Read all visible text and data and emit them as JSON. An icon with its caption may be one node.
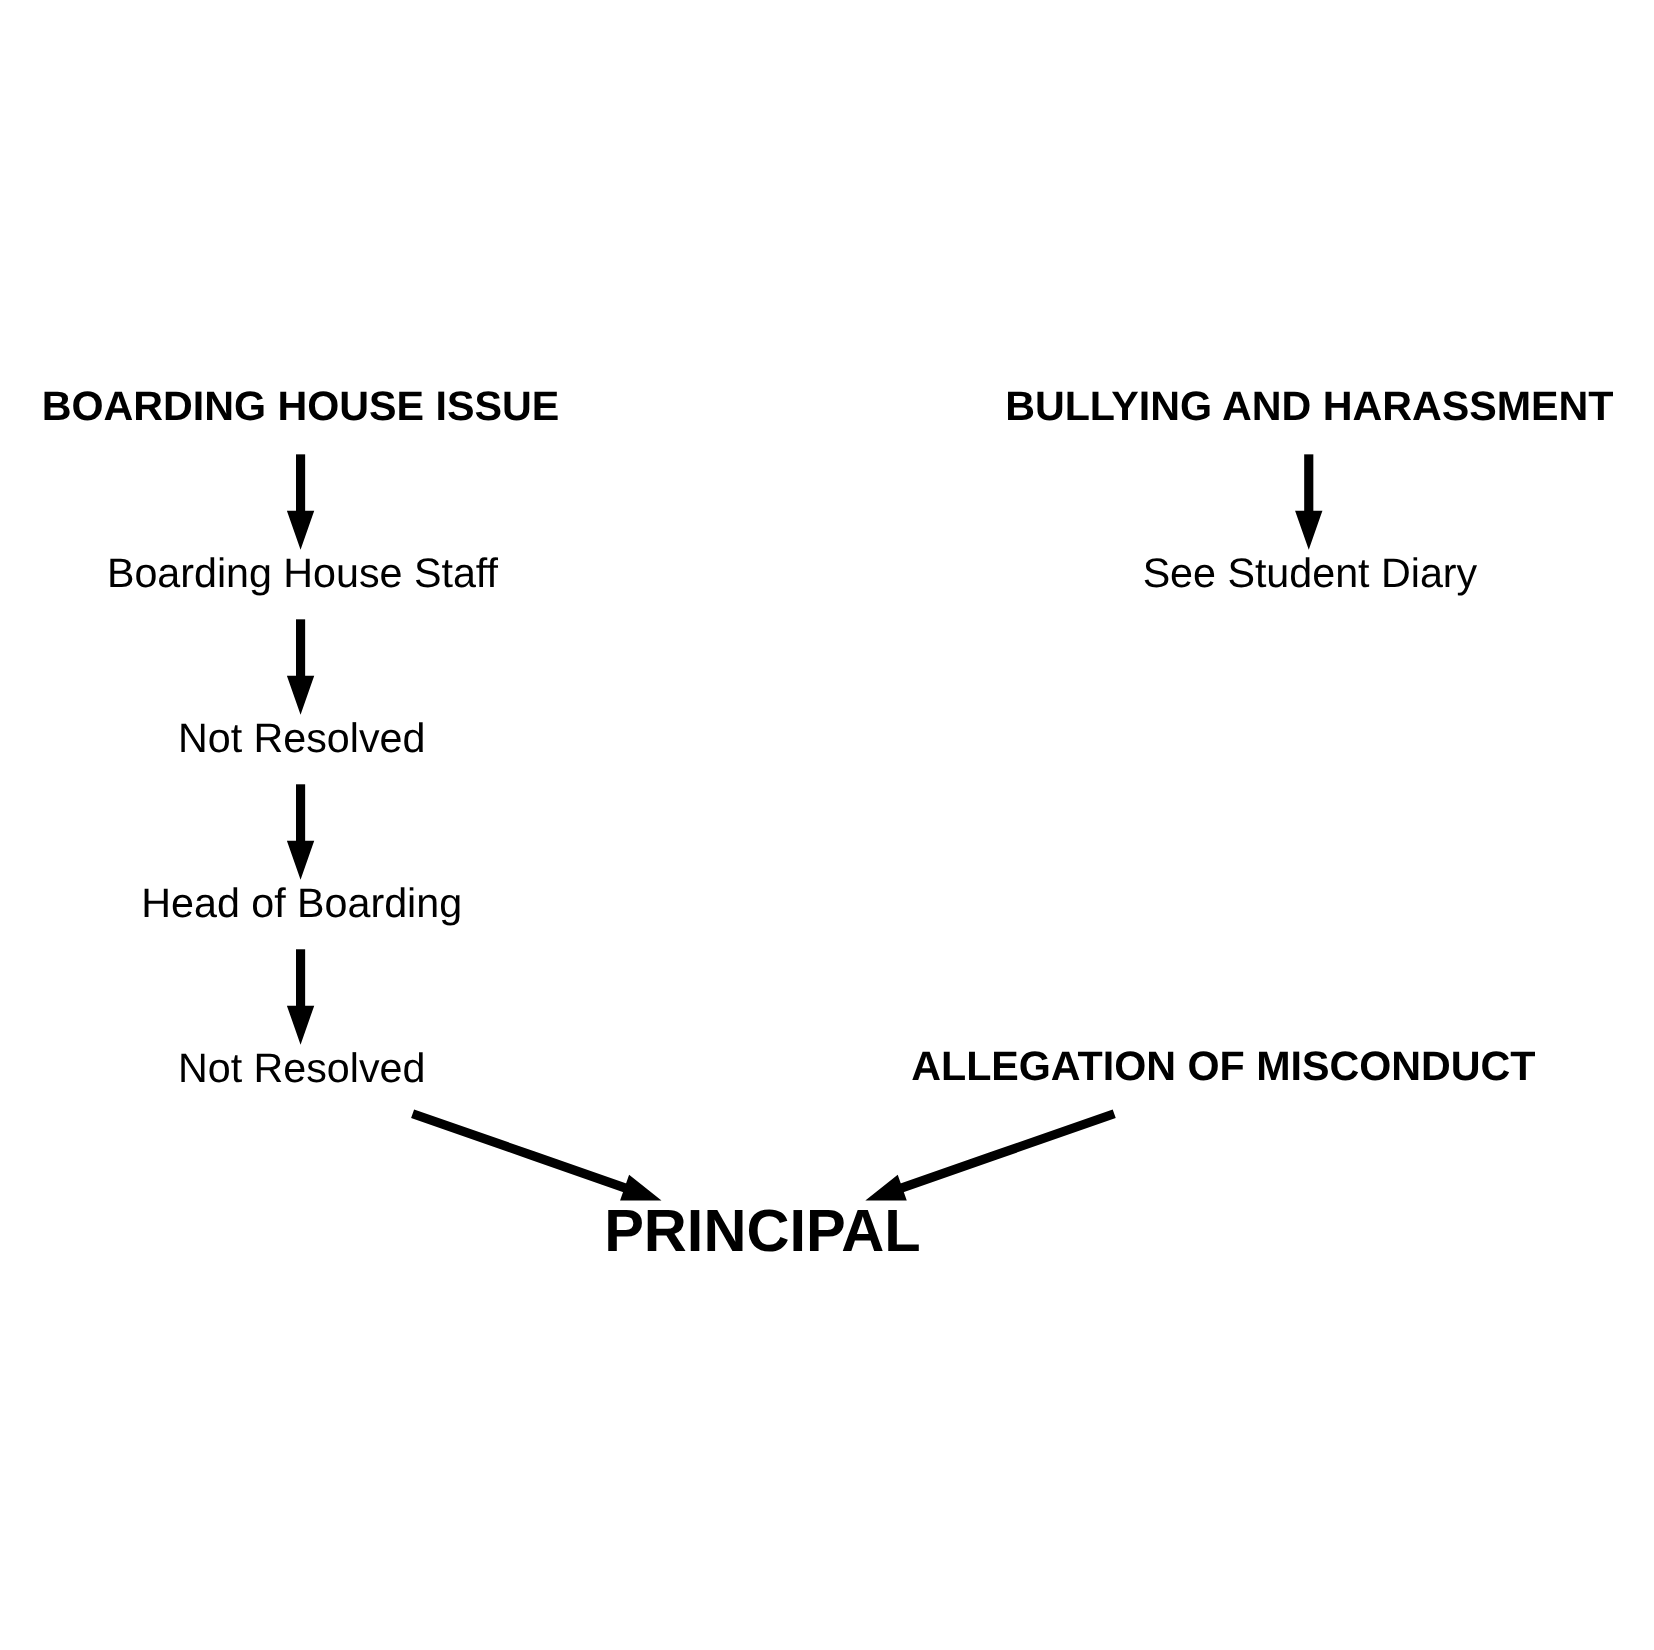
{
  "diagram": {
    "nodes": [
      {
        "text": [
          "BOARDING HOUSE ISSUE"
        ]
      },
      {
        "text": [
          "BULLYING AND HARASSMENT"
        ]
      },
      {
        "text": [
          "Boarding House Staff"
        ]
      },
      {
        "text": [
          "See Student Diary"
        ]
      },
      {
        "text": [
          "Not Resolved"
        ]
      },
      {
        "text": [
          "Head of Boarding"
        ]
      },
      {
        "text": [
          "Not Resolved"
        ]
      },
      {
        "text": [
          "ALLEGATION OF MISCONDUCT"
        ]
      },
      {
        "text": [
          "PRINCIPAL"
        ]
      }
    ],
    "edges": [
      {
        "from": 0,
        "to": 2,
        "arrow": "to"
      },
      {
        "from": 1,
        "to": 3,
        "arrow": "to"
      },
      {
        "from": 2,
        "to": 4,
        "arrow": "to"
      },
      {
        "from": 4,
        "to": 5,
        "arrow": "to"
      },
      {
        "from": 5,
        "to": 6,
        "arrow": "to"
      },
      {
        "from": 6,
        "to": 8,
        "arrow": "to"
      },
      {
        "from": 7,
        "to": 8,
        "arrow": "to"
      }
    ]
  }
}
